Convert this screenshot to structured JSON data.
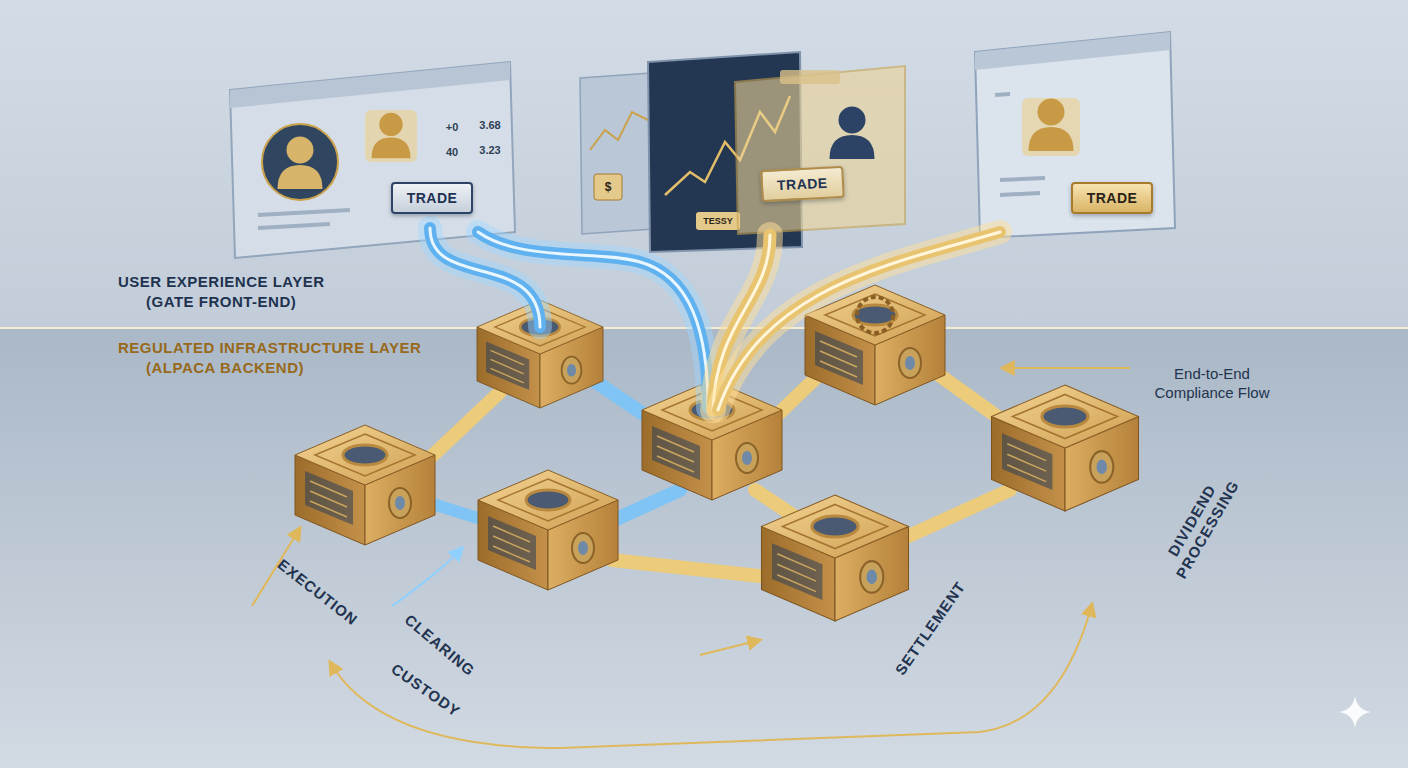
{
  "diagram": {
    "nodes": [
      {
        "text": [
          "USER EXPERIENCE LAYER (GATE FRONT-END)"
        ]
      },
      {
        "text": [
          "TRADE"
        ],
        "in": 0
      },
      {
        "text": [
          "TRADE"
        ],
        "in": 0
      },
      {
        "text": [
          "TRADE"
        ],
        "in": 0
      },
      {
        "text": [
          "REGULATED INFRASTRUCTURE LAYER (ALPACA BACKEND)"
        ]
      }
    ],
    "labels": [
      "+0",
      "3.68",
      "40",
      "3.23",
      "$",
      "TESSY",
      "End-to-End Compliance Flow",
      "EXECUTION",
      "CLEARING",
      "CUSTODY",
      "SETTLEMENT",
      "DIVIDEND PROCESSING"
    ]
  }
}
